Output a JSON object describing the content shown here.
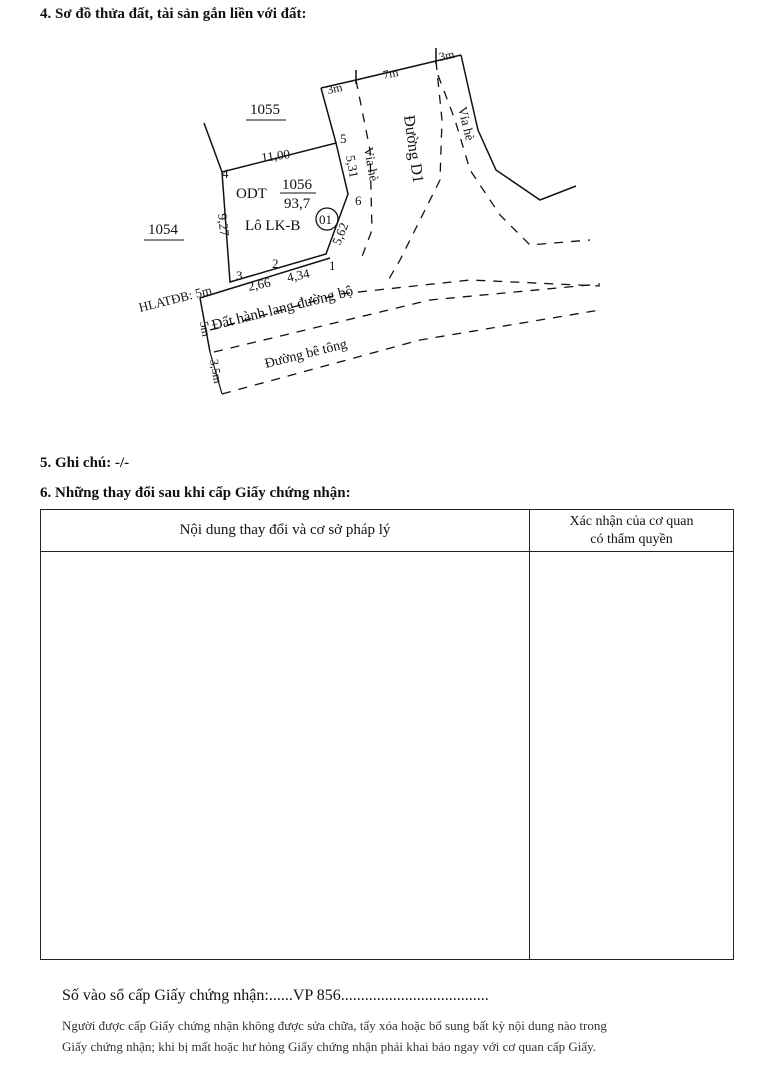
{
  "section4": {
    "title": "4. Sơ đồ thửa đất, tài sản gắn liền với đất:"
  },
  "map": {
    "parcel_north": "1055",
    "parcel_west": "1054",
    "land_type": "ODT",
    "parcel_number": "1056",
    "area": "93,7",
    "lot_label": "Lô LK-B",
    "circle_label": "01",
    "vertex_labels": [
      "1",
      "2",
      "3",
      "4",
      "5",
      "6"
    ],
    "edge_lengths": [
      "11,00",
      "5,31",
      "5,62",
      "4,34",
      "2,66",
      "9,27"
    ],
    "road_name": "Đường D1",
    "sidewalk_label": "Vỉa hè",
    "width_labels": [
      "3m",
      "7m",
      "3m"
    ],
    "corridor_label": "HLATĐB: 5m",
    "corridor_land": "Đất hành lang đường bộ",
    "concrete_road": "Đường bê tông",
    "offset_labels": [
      "5m",
      "3,5m"
    ]
  },
  "section5": {
    "text": "5. Ghi chú: -/-"
  },
  "section6": {
    "title": "6. Những thay đổi sau khi cấp Giấy chứng nhận:",
    "col1_header": "Nội dung thay đổi và cơ sở pháp lý",
    "col2_header_line1": "Xác nhận của cơ quan",
    "col2_header_line2": "có thẩm quyền"
  },
  "registry": {
    "label": "Số vào sổ cấp Giấy chứng nhận:",
    "dots_before": "......",
    "number": "VP 856",
    "dots_after": "....................................."
  },
  "footnotes": {
    "line1": "Người được cấp Giấy chứng nhận không được sửa chữa, tẩy xóa hoặc bổ sung bất kỳ nội dung nào trong",
    "line2": "Giấy chứng nhận; khi bị mất hoặc hư hỏng Giấy chứng nhận phải khai báo ngay với cơ quan cấp Giấy."
  }
}
